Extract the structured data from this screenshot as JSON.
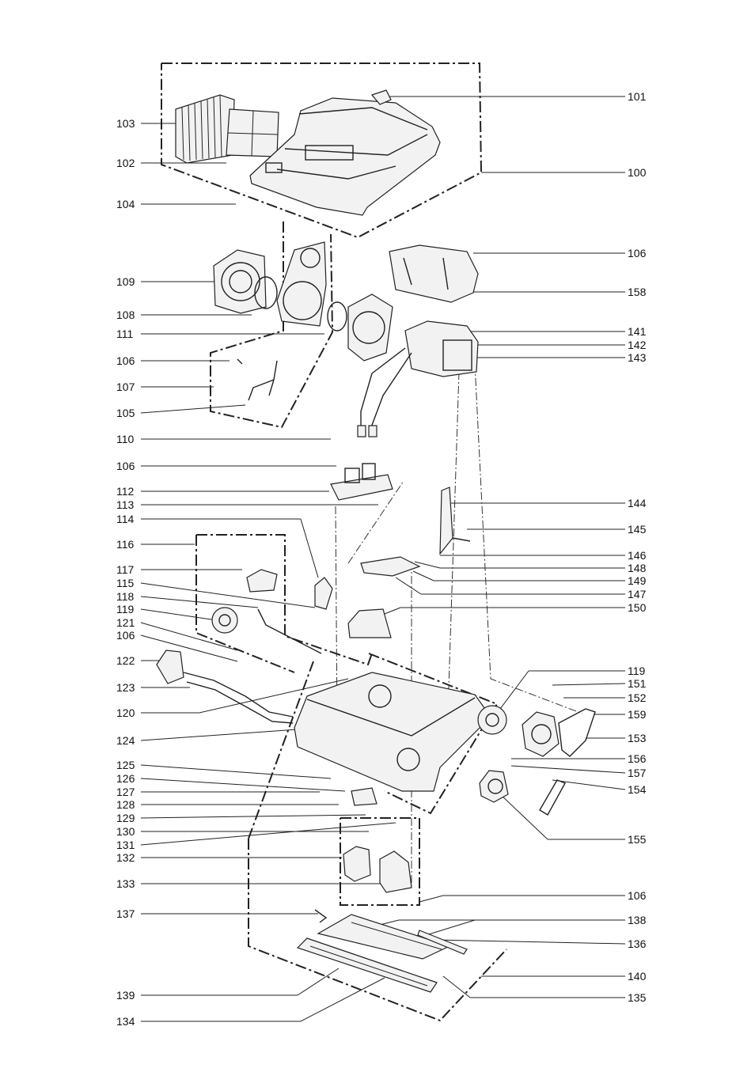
{
  "labels_left": [
    "103",
    "102",
    "104",
    "109",
    "108",
    "111",
    "106",
    "107",
    "105",
    "110",
    "106",
    "112",
    "113",
    "114",
    "116",
    "117",
    "115",
    "118",
    "119",
    "121",
    "106",
    "122",
    "123",
    "120",
    "124",
    "125",
    "126",
    "127",
    "128",
    "129",
    "130",
    "131",
    "132",
    "133",
    "137",
    "139",
    "134"
  ],
  "labels_right": [
    "101",
    "100",
    "106",
    "158",
    "141",
    "142",
    "143",
    "144",
    "145",
    "146",
    "148",
    "149",
    "147",
    "150",
    "119",
    "151",
    "152",
    "159",
    "153",
    "156",
    "157",
    "154",
    "155",
    "106",
    "138",
    "136",
    "140",
    "135"
  ]
}
